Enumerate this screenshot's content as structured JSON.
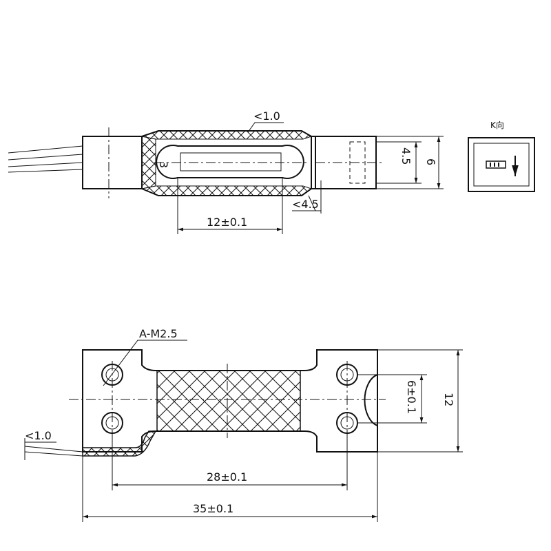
{
  "top_view": {
    "dim_wall": "<1.0",
    "dim_hole": "3",
    "dim_slot_length": "12±0.1",
    "dim_gap": "<4.5",
    "dim_height_inner": "4.5",
    "dim_height": "6"
  },
  "k_view": {
    "title": "K向"
  },
  "bottom_view": {
    "thread_label": "A-M2.5",
    "dim_film": "<1.0",
    "dim_hole_spacing": "6±0.1",
    "dim_width": "12",
    "dim_gauge_length": "28±0.1",
    "dim_total_length": "35±0.1"
  }
}
